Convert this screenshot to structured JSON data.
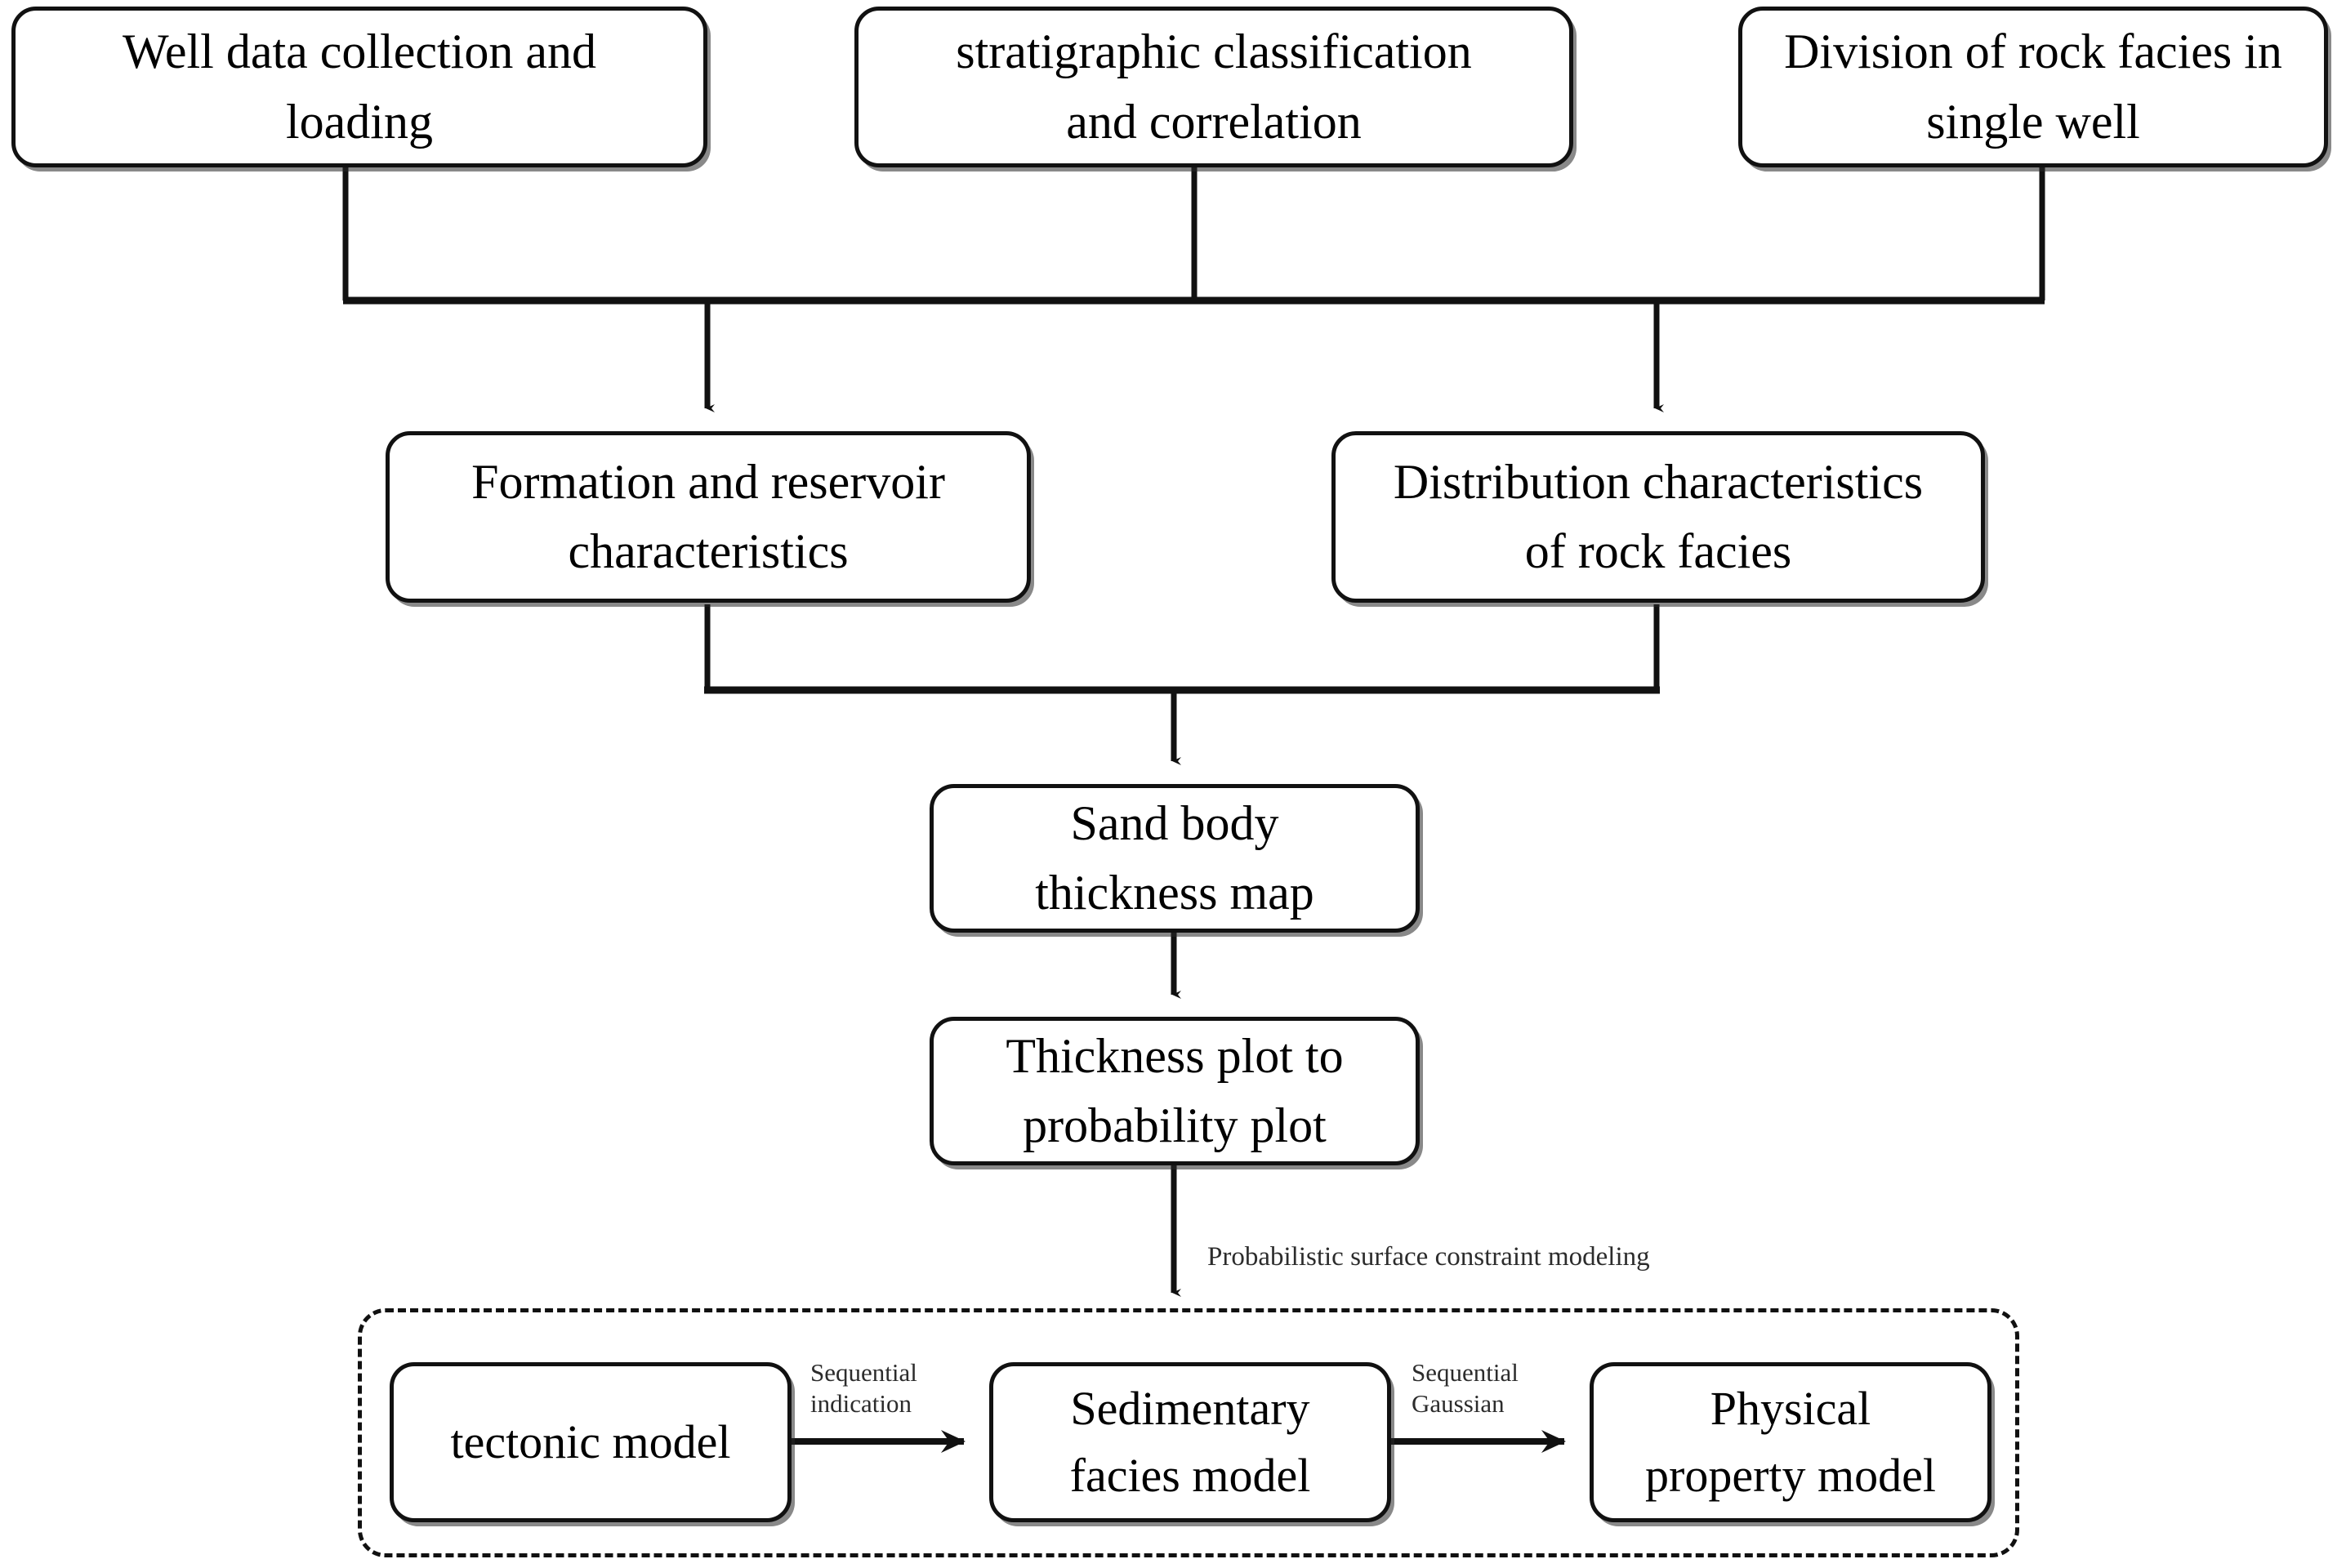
{
  "diagram": {
    "title": "Reservoir modeling workflow flowchart",
    "stroke_color": "#111111",
    "background_color": "#ffffff",
    "nodes": {
      "well_data": {
        "label": "Well data collection and\nloading"
      },
      "stratigraphic": {
        "label": "stratigraphic classification\nand correlation"
      },
      "rock_facies_division": {
        "label": "Division of rock facies in\nsingle well"
      },
      "formation_reservoir": {
        "label": "Formation and reservoir\ncharacteristics"
      },
      "distribution_rock_facies": {
        "label": "Distribution characteristics\nof rock facies"
      },
      "sand_body_thickness": {
        "label": "Sand body\nthickness map"
      },
      "thickness_to_probability": {
        "label": "Thickness plot to\nprobability plot"
      },
      "tectonic_model": {
        "label": "tectonic model"
      },
      "sedimentary_facies_model": {
        "label": "Sedimentary\nfacies model"
      },
      "physical_property_model": {
        "label": "Physical\nproperty model"
      }
    },
    "edge_labels": {
      "probabilistic_surface": "Probabilistic surface constraint modeling",
      "sequential_indication": "Sequential\nindication",
      "sequential_gaussian": "Sequential\nGaussian"
    }
  }
}
